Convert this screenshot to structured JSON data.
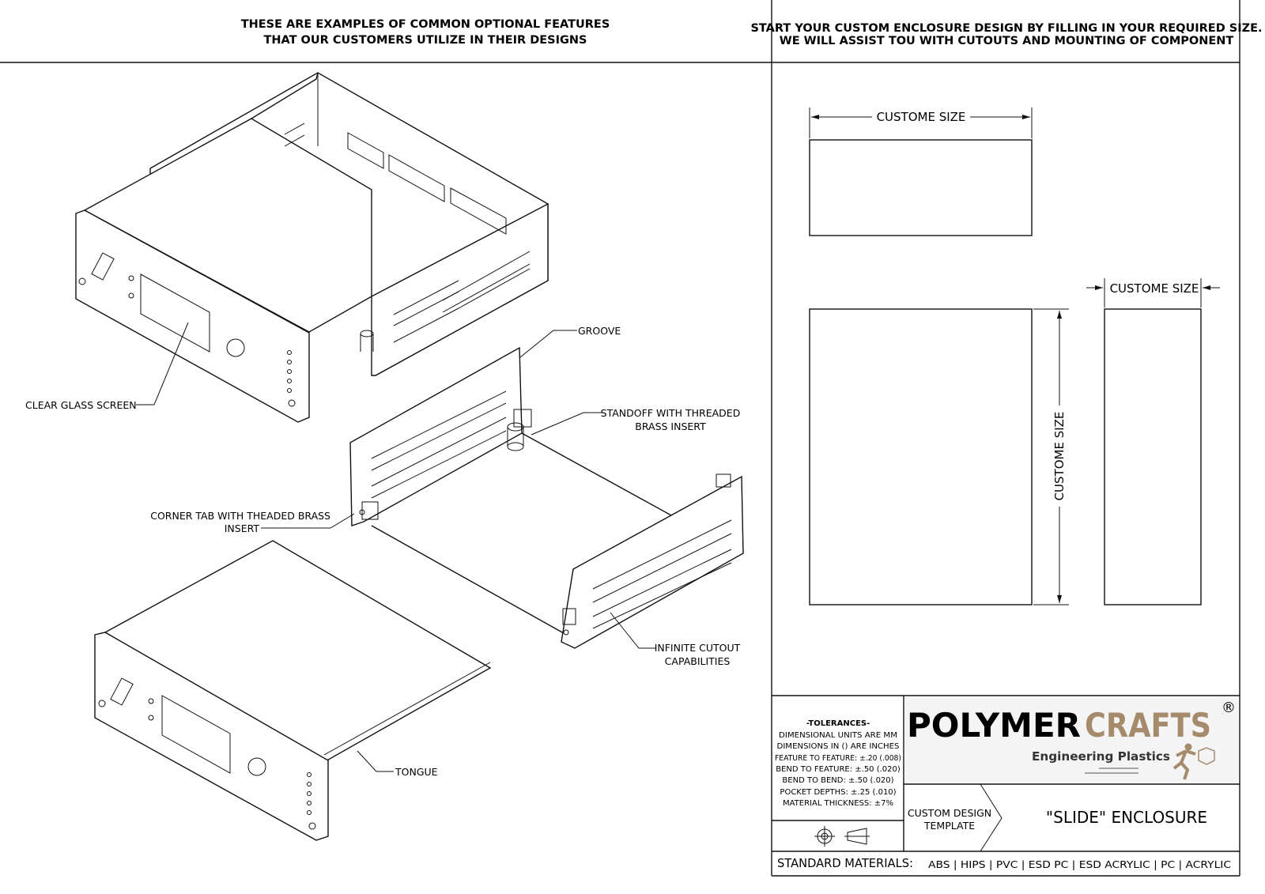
{
  "left_header": {
    "line1": "THESE ARE EXAMPLES OF COMMON OPTIONAL FEATURES",
    "line2": "THAT OUR CUSTOMERS UTILIZE IN THEIR DESIGNS"
  },
  "right_header": {
    "line1": "START YOUR CUSTOM ENCLOSURE DESIGN BY FILLING IN YOUR REQUIRED SIZE.",
    "line2": "WE WILL ASSIST TOU WITH CUTOUTS AND MOUNTING OF COMPONENT"
  },
  "callouts": {
    "clear_glass": "CLEAR GLASS SCREEN",
    "groove": "GROOVE",
    "standoff_1": "STANDOFF WITH THREADED",
    "standoff_2": "BRASS INSERT",
    "corner_tab_1": "CORNER TAB WITH THEADED BRASS",
    "corner_tab_2": "INSERT",
    "cutout_1": "INFINITE CUTOUT",
    "cutout_2": "CAPABILITIES",
    "tongue": "TONGUE"
  },
  "dimensions": {
    "top_width": "CUSTOME SIZE",
    "height": "CUSTOME SIZE",
    "depth": "CUSTOME SIZE"
  },
  "title_block": {
    "tolerances": {
      "title": "-TOLERANCES-",
      "lines": [
        "DIMENSIONAL UNITS ARE MM",
        "DIMENSIONS IN () ARE INCHES",
        "FEATURE TO FEATURE: ±.20 (.008)",
        "BEND TO FEATURE: ±.50 (.020)",
        "BEND TO BEND: ±.50 (.020)",
        "POCKET DEPTHS: ±.25 (.010)",
        "MATERIAL THICKNESS: ±7%"
      ]
    },
    "logo": {
      "part1": "POLYMER",
      "part2": "CRAFTS",
      "registered": "®",
      "tagline": "Engineering Plastics",
      "brand_color": "#a58b6c"
    },
    "template_label_1": "CUSTOM DESIGN",
    "template_label_2": "TEMPLATE",
    "drawing_title": "\"SLIDE\" ENCLOSURE",
    "materials_label": "STANDARD MATERIALS:",
    "materials": "ABS | HIPS | PVC | ESD PC | ESD ACRYLIC | PC  | ACRYLIC"
  }
}
